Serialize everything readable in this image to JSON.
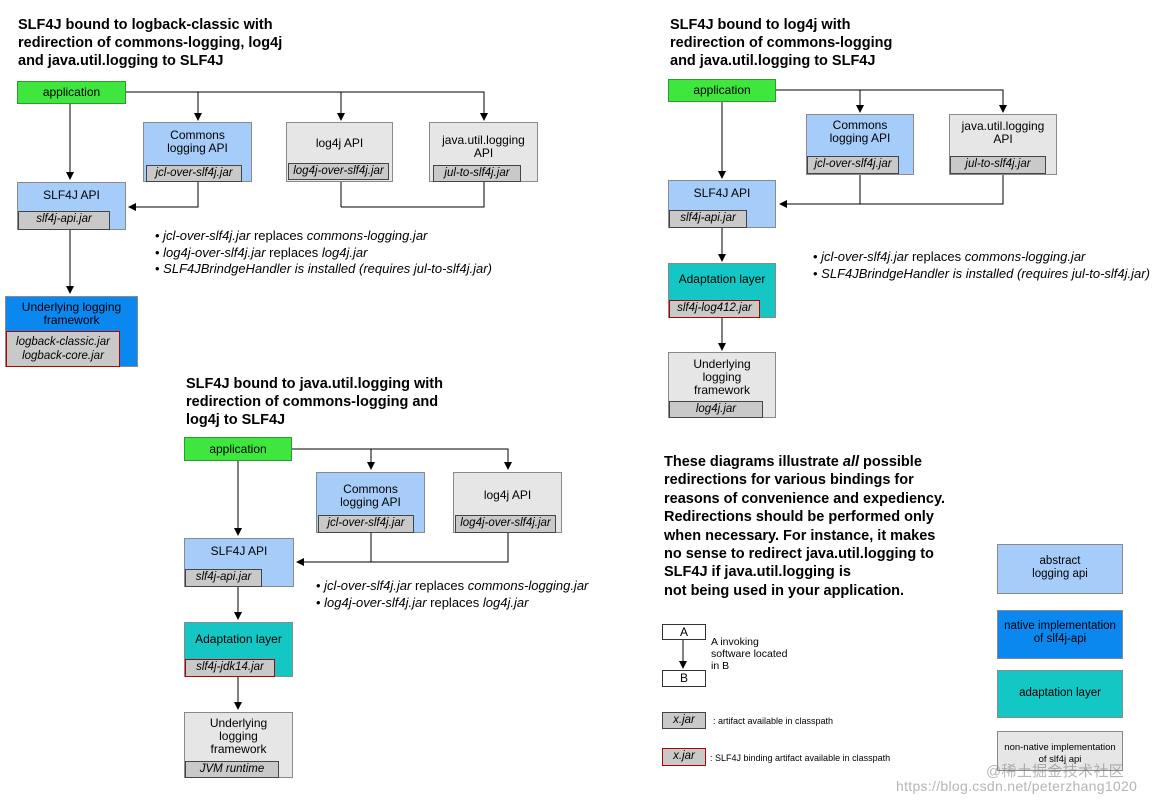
{
  "diagram1": {
    "title": "SLF4J bound to logback-classic with\nredirection of commons-logging, log4j\nand java.util.logging to SLF4J",
    "application": "application",
    "commons_api": "Commons\nlogging API",
    "commons_jar": "jcl-over-slf4j.jar",
    "log4j_api": "log4j API",
    "log4j_jar": "log4j-over-slf4j.jar",
    "jul_api": "java.util.logging\nAPI",
    "jul_jar": "jul-to-slf4j.jar",
    "slf4j_api": "SLF4J API",
    "slf4j_jar": "slf4j-api.jar",
    "framework": "Underlying logging\nframework",
    "framework_jar": "logback-classic.jar\nlogback-core.jar",
    "note1_jar": "jcl-over-slf4j.jar",
    "note1_mid": " replaces ",
    "note1_target": "commons-logging.jar",
    "note2_jar": "log4j-over-slf4j.jar",
    "note2_mid": " replaces ",
    "note2_target": "log4j.jar",
    "note3": "SLF4JBrindgeHandler is installed (requires jul-to-slf4j.jar)"
  },
  "diagram2": {
    "title": "SLF4J bound to log4j with\nredirection of commons-logging\nand java.util.logging to SLF4J",
    "application": "application",
    "commons_api": "Commons\nlogging API",
    "commons_jar": "jcl-over-slf4j.jar",
    "jul_api": "java.util.logging\nAPI",
    "jul_jar": "jul-to-slf4j.jar",
    "slf4j_api": "SLF4J API",
    "slf4j_jar": "slf4j-api.jar",
    "adaptation": "Adaptation layer",
    "adaptation_jar": "slf4j-log412.jar",
    "framework": "Underlying\nlogging\nframework",
    "framework_jar": "log4j.jar",
    "note1_jar": "jcl-over-slf4j.jar",
    "note1_mid": " replaces ",
    "note1_target": "commons-logging.jar",
    "note2": "SLF4JBrindgeHandler is installed (requires jul-to-slf4j.jar)"
  },
  "diagram3": {
    "title": "SLF4J bound to java.util.logging with\nredirection of commons-logging and\nlog4j to SLF4J",
    "application": "application",
    "commons_api": "Commons\nlogging API",
    "commons_jar": "jcl-over-slf4j.jar",
    "log4j_api": "log4j API",
    "log4j_jar": "log4j-over-slf4j.jar",
    "slf4j_api": "SLF4J API",
    "slf4j_jar": "slf4j-api.jar",
    "adaptation": "Adaptation layer",
    "adaptation_jar": "slf4j-jdk14.jar",
    "framework": "Underlying\nlogging\nframework",
    "framework_jar": "JVM runtime",
    "note1_jar": "jcl-over-slf4j.jar",
    "note1_mid": " replaces ",
    "note1_target": "commons-logging.jar",
    "note2_jar": "log4j-over-slf4j.jar",
    "note2_mid": " replaces ",
    "note2_target": "log4j.jar"
  },
  "explanation": {
    "pre": "These diagrams illustrate ",
    "emph": "all",
    "post": " possible\nredirections for various bindings for\nreasons of convenience and expediency.\nRedirections should be performed only\nwhen necessary. For instance, it makes\nno sense to redirect java.util.logging to\nSLF4J if java.util.logging is\nnot being used in your application."
  },
  "legend": {
    "box_a": "A",
    "box_b": "B",
    "invoke_text": "A invoking\nsoftware located\nin B",
    "jar_sample": "x.jar",
    "jar_text": ": artifact available in classpath",
    "binding_sample": "x.jar",
    "binding_text": ": SLF4J binding artifact available in classpath",
    "abstract": "abstract\nlogging api",
    "native": "native implementation\nof slf4j-api",
    "adaptation": "adaptation layer",
    "nonnative": "non-native implementation\nof slf4j api"
  },
  "watermark": "https://blog.csdn.net/peterzhang1020",
  "watermark2": "@稀土掘金技术社区",
  "colors": {
    "application": "#3ee63e",
    "abstract_api": "#a6cdf9",
    "native_impl": "#0b87f0",
    "adaptation": "#14c7c4",
    "non_native": "#e6e6e6",
    "jar": "#c9c9c9",
    "binding_border": "#b00000"
  }
}
